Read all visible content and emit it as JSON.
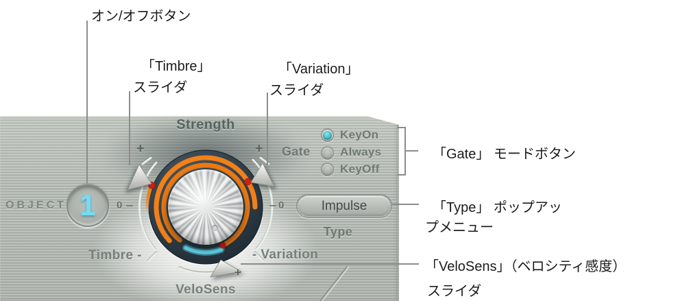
{
  "panel": {
    "object_label": "OBJECT",
    "object_number": "1",
    "knob_label": "Strength",
    "timbre_label": "Timbre -",
    "variation_label": "- Variation",
    "velosens_label": "VeloSens",
    "plus_left": "+",
    "plus_right": "+",
    "plus_bottom": "+",
    "zero_left": "0",
    "zero_right": "0",
    "gate": {
      "label": "Gate",
      "options": [
        {
          "label": "KeyOn",
          "selected": true
        },
        {
          "label": "Always",
          "selected": false
        },
        {
          "label": "KeyOff",
          "selected": false
        }
      ]
    },
    "type": {
      "label": "Type",
      "value": "Impulse"
    }
  },
  "annotations": {
    "on_off": "オン/オフボタン",
    "timbre": {
      "line1": "「Timbre」",
      "line2": "スライダ"
    },
    "variation": {
      "line1": "「Variation」",
      "line2": "スライダ"
    },
    "gate": "「Gate」 モードボタン",
    "type": {
      "line1": "「Type」 ポップアッ",
      "line2": "プメニュー"
    },
    "velosens": {
      "line1": "「VeloSens」（ベロシティ感度）",
      "line2": "スライダ"
    }
  },
  "colors": {
    "accent_orange": "#f28019",
    "accent_cyan": "#5fd9f2",
    "accent_red": "#d2200e",
    "radio_selected_teal": "#43bcc9",
    "object_number_cyan": "#76dbf4"
  }
}
